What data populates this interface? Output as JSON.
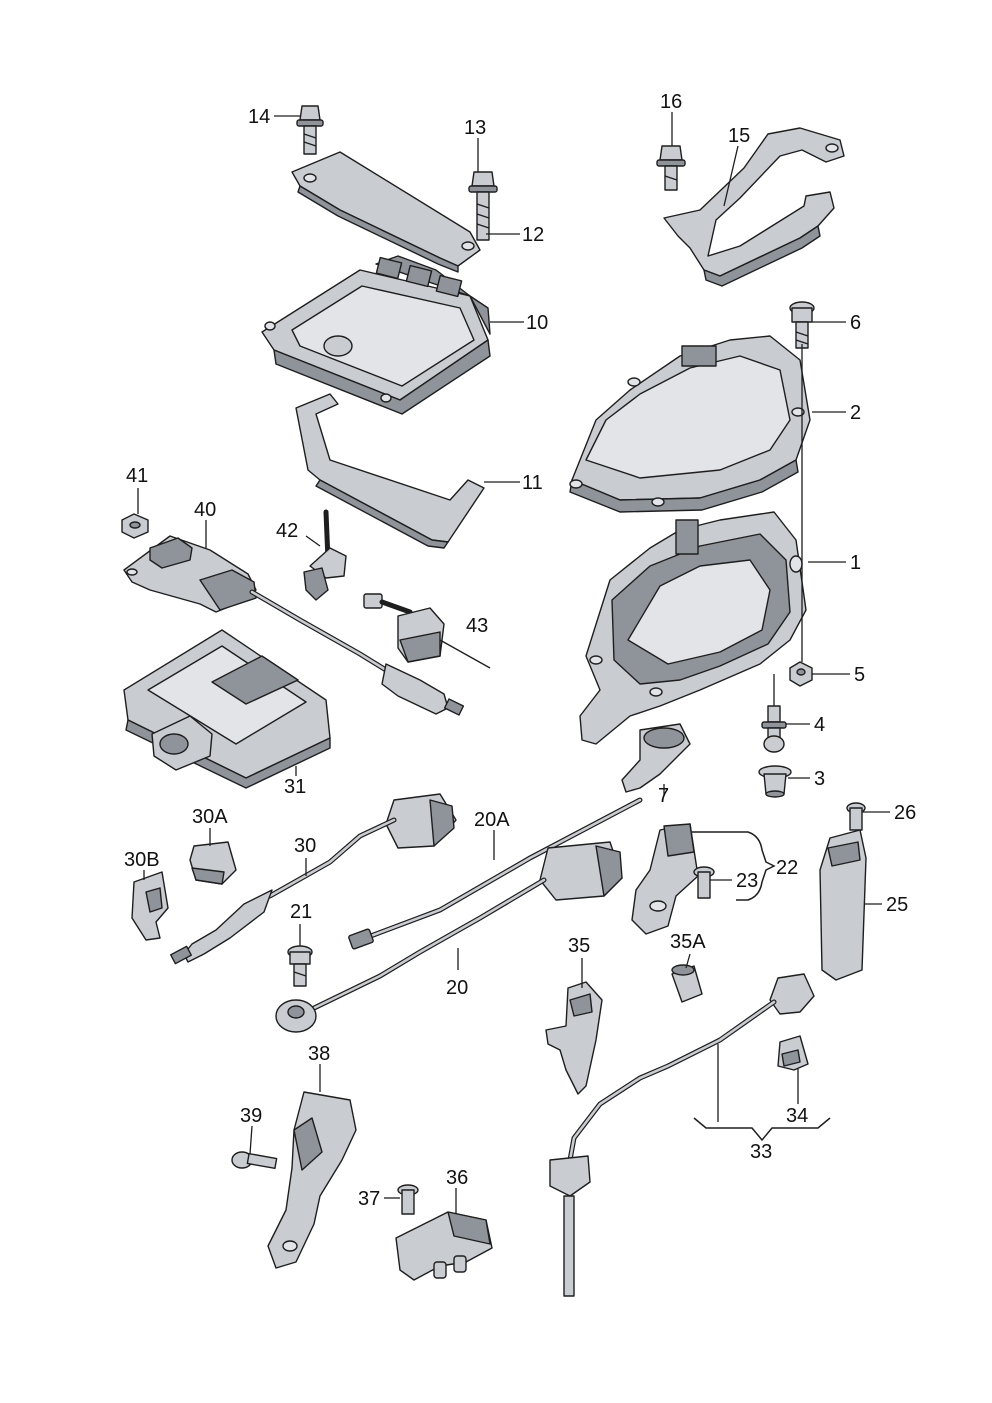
{
  "labels": {
    "l1": "1",
    "l2": "2",
    "l3": "3",
    "l4": "4",
    "l5": "5",
    "l6": "6",
    "l7": "7",
    "l10": "10",
    "l11": "11",
    "l12": "12",
    "l13": "13",
    "l14": "14",
    "l15": "15",
    "l16": "16",
    "l20": "20",
    "l20a": "20A",
    "l21": "21",
    "l22": "22",
    "l23": "23",
    "l25": "25",
    "l26": "26",
    "l30": "30",
    "l30a": "30A",
    "l30b": "30B",
    "l31": "31",
    "l33": "33",
    "l34": "34",
    "l35": "35",
    "l35a": "35A",
    "l36": "36",
    "l37": "37",
    "l38": "38",
    "l39": "39",
    "l40": "40",
    "l41": "41",
    "l42": "42",
    "l43": "43"
  },
  "colors": {
    "part": "#c9ccd0",
    "outline": "#1e1e1e",
    "shade": "#8f949a",
    "background": "#ffffff"
  },
  "icons": {
    "bolt": "bolt-icon",
    "nut": "nut-icon",
    "bracket": "bracket-icon",
    "control-unit": "control-unit-icon",
    "housing": "housing-icon",
    "sensor": "sensor-icon",
    "connector": "connector-icon",
    "clip": "clip-icon"
  }
}
